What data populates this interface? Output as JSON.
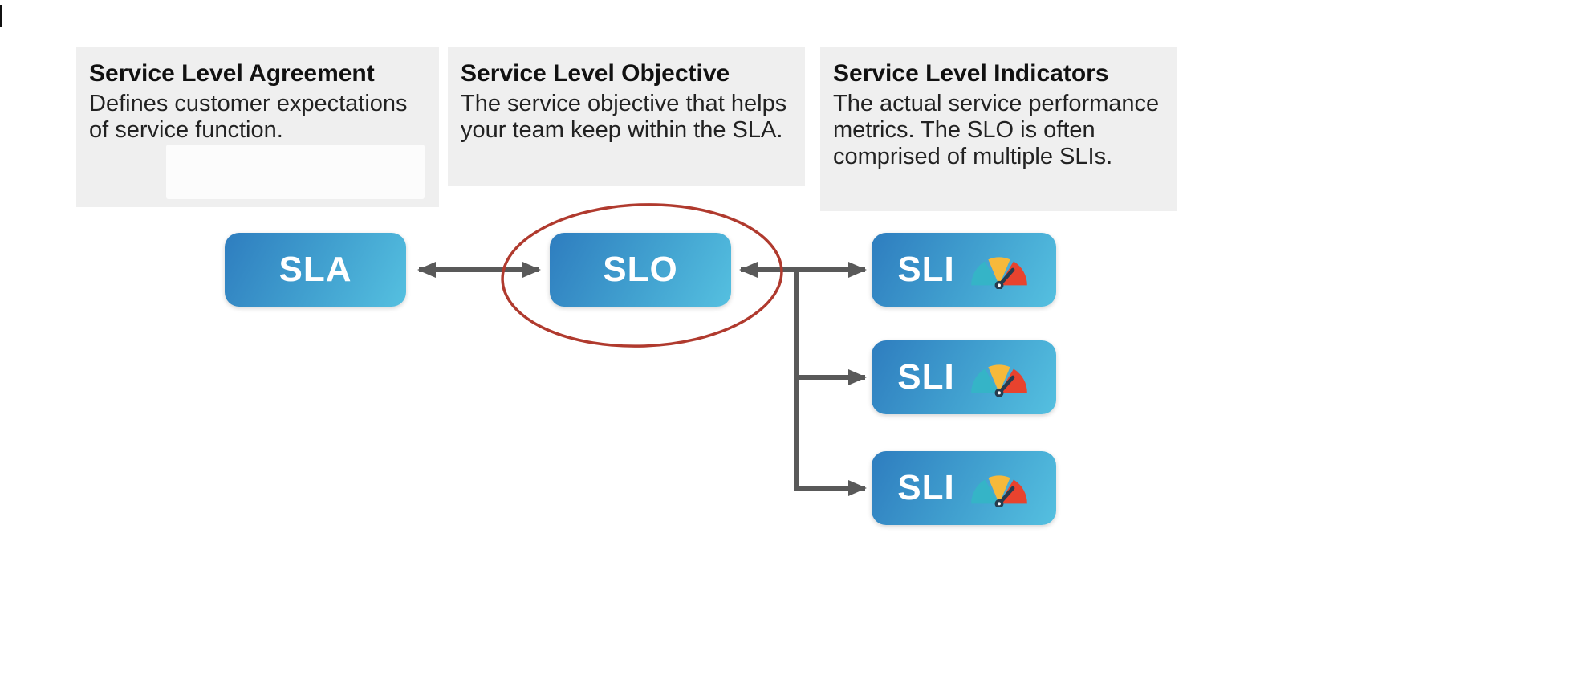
{
  "descriptions": [
    {
      "id": "sla",
      "title": "Service Level Agreement",
      "body": "Defines customer expectations of service function."
    },
    {
      "id": "slo",
      "title": "Service Level Objective",
      "body": "The service objective that helps your team keep within the SLA."
    },
    {
      "id": "sli",
      "title": "Service Level Indicators",
      "body": "The actual service performance metrics. The SLO is often comprised of multiple SLIs."
    }
  ],
  "nodes": {
    "sla": {
      "label": "SLA"
    },
    "slo": {
      "label": "SLO",
      "highlighted": true
    },
    "sli": {
      "label": "SLI",
      "count": 3,
      "icon": "gauge-icon"
    }
  },
  "connections": [
    {
      "from": "SLA",
      "to": "SLO",
      "style": "double-arrow"
    },
    {
      "from": "SLO",
      "to": "SLI",
      "style": "one-to-many",
      "branches": 3
    }
  ],
  "colors": {
    "node_gradient_start": "#2e7dbf",
    "node_gradient_end": "#55c0e0",
    "description_background": "#efefef",
    "arrow": "#595959",
    "highlight_ellipse": "#b03a2e",
    "gauge_teal": "#35b4c7",
    "gauge_yellow": "#f6b93b",
    "gauge_red": "#e8432e",
    "gauge_needle": "#273c4e"
  }
}
